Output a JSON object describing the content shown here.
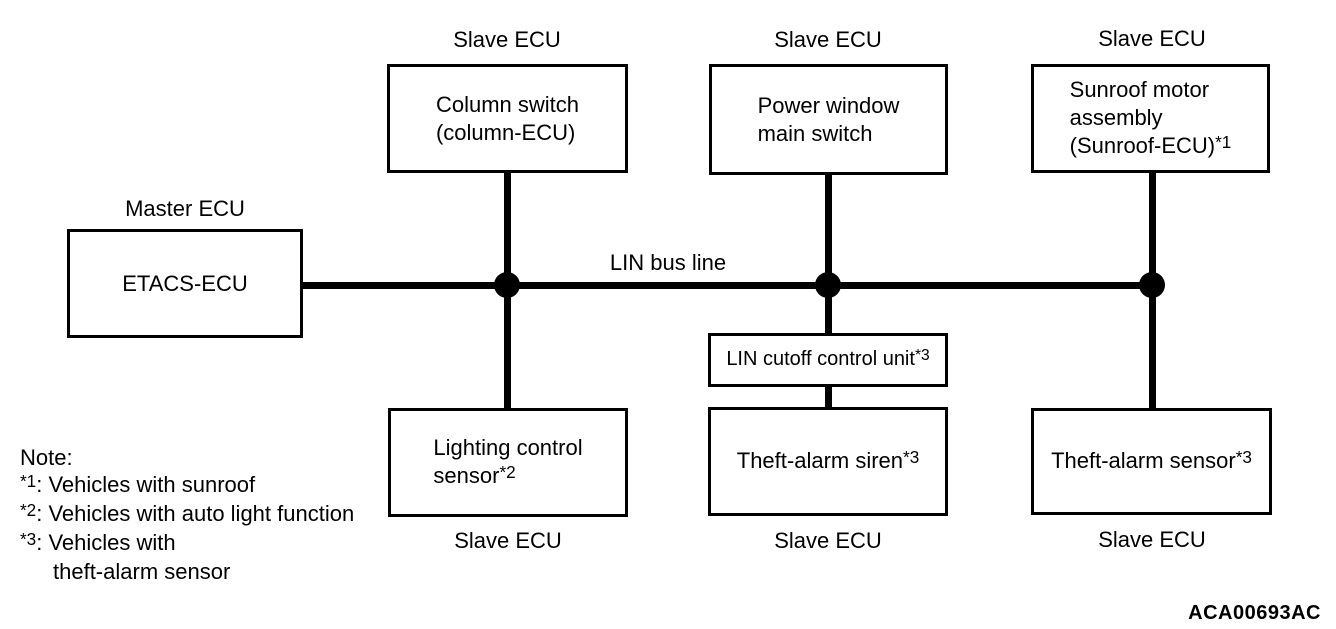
{
  "diagram": {
    "bus": {
      "label": "LIN bus line"
    },
    "master": {
      "role_label": "Master ECU",
      "name": "ETACS-ECU"
    },
    "slaves": {
      "column_switch": {
        "role_label": "Slave ECU",
        "line1": "Column switch",
        "line2": "(column-ECU)"
      },
      "power_window": {
        "role_label": "Slave ECU",
        "line1": "Power window",
        "line2": "main switch"
      },
      "sunroof": {
        "role_label": "Slave ECU",
        "line1": "Sunroof motor",
        "line2": "assembly",
        "line3": "(Sunroof-ECU)",
        "note_ref": "*1"
      },
      "lighting": {
        "role_label": "Slave ECU",
        "line1": "Lighting control",
        "line2": "sensor",
        "note_ref": "*2"
      },
      "lin_cutoff": {
        "line1": "LIN cutoff control unit",
        "note_ref": "*3"
      },
      "siren": {
        "role_label": "Slave ECU",
        "line1": "Theft-alarm siren",
        "note_ref": "*3"
      },
      "sensor": {
        "role_label": "Slave ECU",
        "line1": "Theft-alarm sensor",
        "note_ref": "*3"
      }
    },
    "note": {
      "title": "Note:",
      "items": [
        {
          "marker": "*1",
          "text": ": Vehicles with sunroof"
        },
        {
          "marker": "*2",
          "text": ": Vehicles with auto light function"
        },
        {
          "marker": "*3",
          "text": ": Vehicles with"
        },
        {
          "marker": "",
          "text": "theft-alarm sensor"
        }
      ]
    },
    "figure_code": "ACA00693AC",
    "colors": {
      "line": "#000000",
      "background": "#ffffff"
    }
  }
}
